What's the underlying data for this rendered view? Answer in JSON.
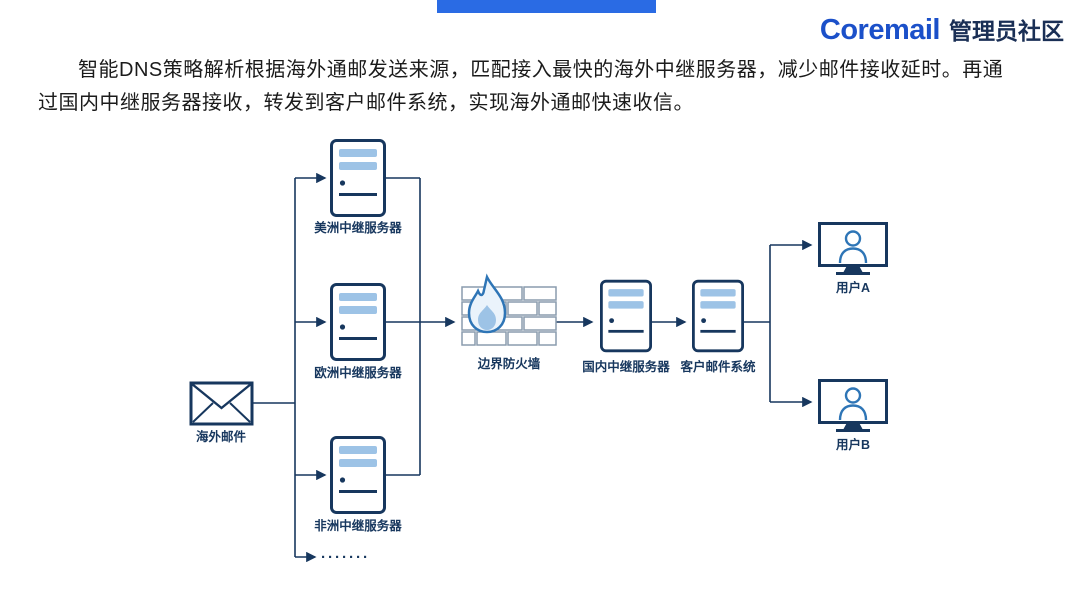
{
  "header": {
    "brand": "Coremail",
    "community": "管理员社区"
  },
  "intro": {
    "text": "智能DNS策略解析根据海外通邮发送来源，匹配接入最快的海外中继服务器，减少邮件接收延时。再通过国内中继服务器接收，转发到客户邮件系统，实现海外通邮快速收信。"
  },
  "diagram": {
    "nodes": {
      "overseas_mail": "海外邮件",
      "relay_americas": "美洲中继服务器",
      "relay_europe": "欧洲中继服务器",
      "relay_africa": "非洲中继服务器",
      "more_relays": "·······",
      "firewall": "边界防火墙",
      "relay_domestic": "国内中继服务器",
      "mail_system": "客户邮件系统",
      "user_a": "用户A",
      "user_b": "用户B"
    }
  },
  "colors": {
    "accent_bar": "#2a6be4",
    "brand_blue": "#1b50c9",
    "navy": "#17375e",
    "light_blue": "#9dc3e6",
    "mid_blue": "#2e75b6"
  }
}
